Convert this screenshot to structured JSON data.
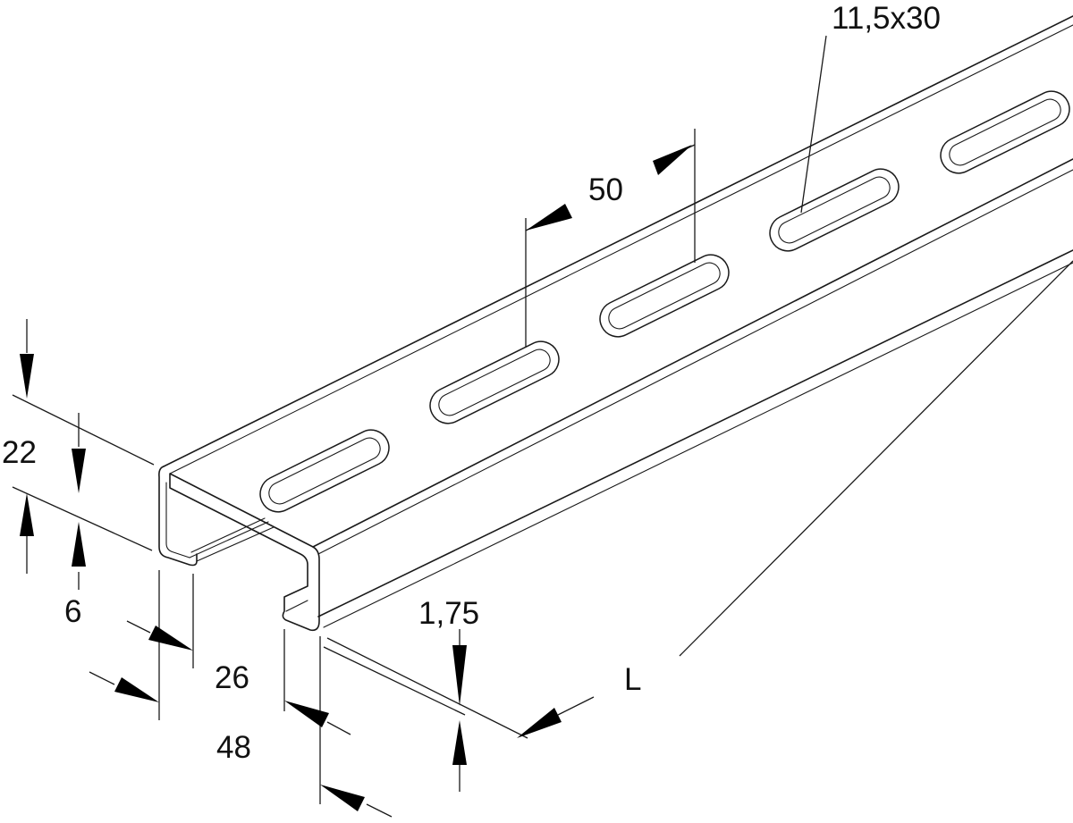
{
  "dimensions": {
    "height": "22",
    "lip": "6",
    "opening": "26",
    "width": "48",
    "thickness": "1,75",
    "slot_pitch": "50",
    "slot_size": "11,5x30",
    "length": "L"
  }
}
